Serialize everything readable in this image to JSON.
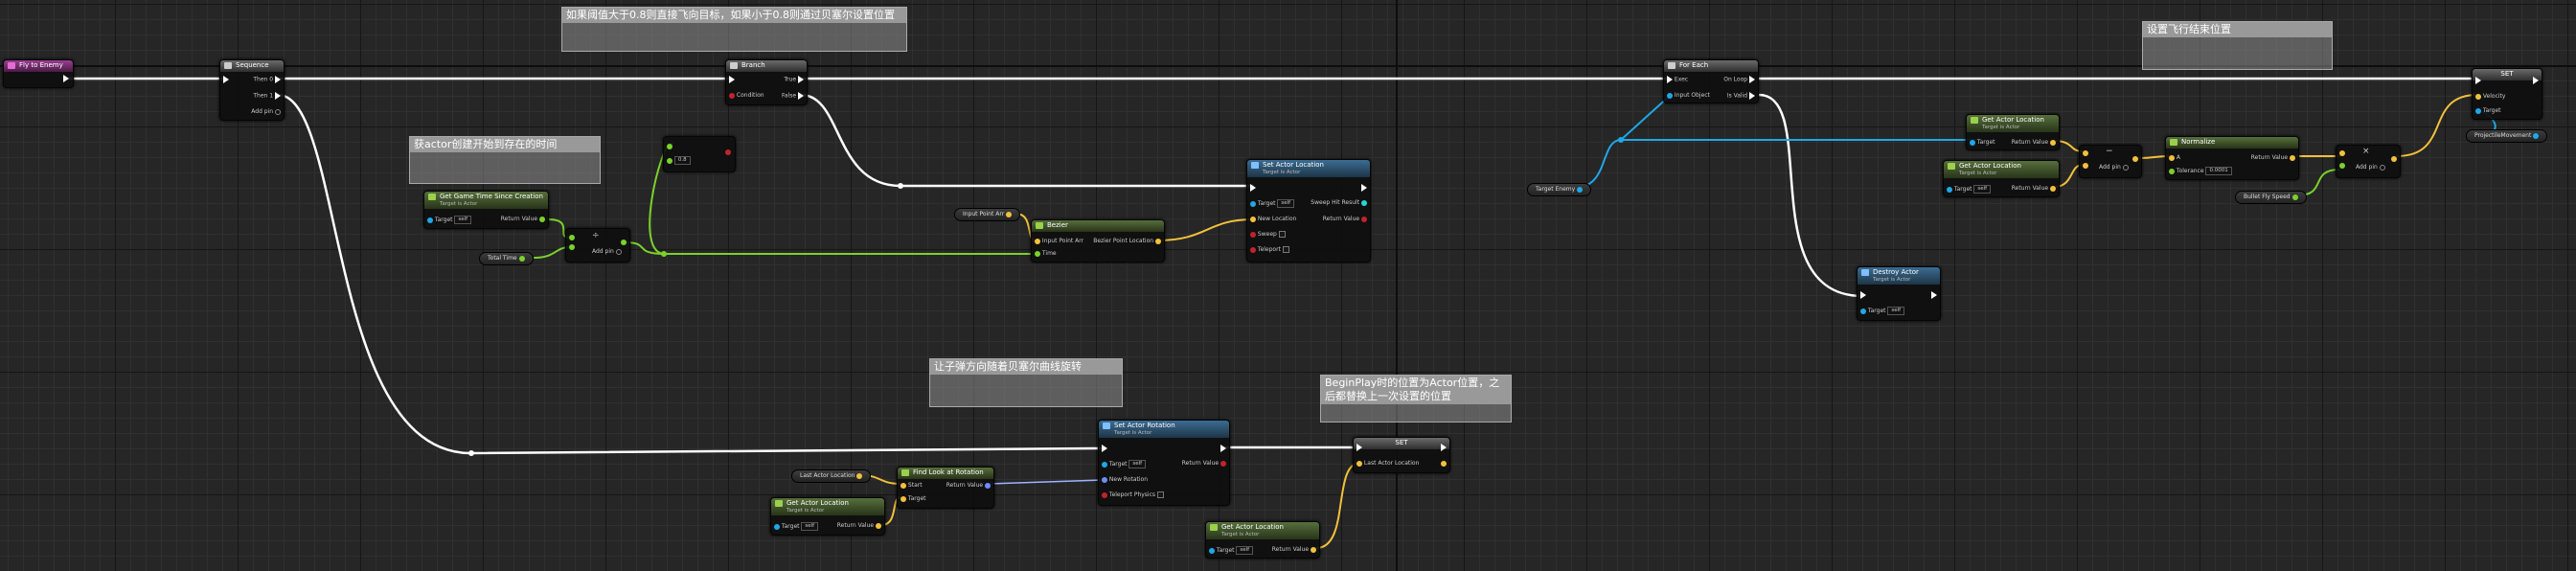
{
  "comments": {
    "c1": "如果阈值大于0.8则直接飞向目标，如果小于0.8则通过贝塞尔设置位置",
    "c2": "获actor创建开始到存在的时间",
    "c3": "设置飞行结束位置",
    "c4": "让子弹方向随着贝塞尔曲线旋转",
    "c5": "BeginPlay时的位置为Actor位置，之后都替换上一次设置的位置"
  },
  "nodes": {
    "fly_to_enemy": {
      "title": "Fly to Enemy"
    },
    "sequence": {
      "title": "Sequence",
      "then0": "Then 0",
      "then1": "Then 1",
      "add_pin": "Add pin"
    },
    "branch": {
      "title": "Branch",
      "condition": "Condition",
      "true": "True",
      "false": "False"
    },
    "compare": {
      "value": "0.8"
    },
    "game_time": {
      "title": "Get Game Time Since Creation",
      "sub": "Target is Actor",
      "target": "Target",
      "self": "self",
      "ret": "Return Value"
    },
    "total_time": {
      "label": "Total Time"
    },
    "divide": {
      "op": "÷",
      "add_pin": "Add pin"
    },
    "bezier": {
      "title": "Bezier",
      "input_points": "Input Point Arr",
      "ret": "Bezier Point Location",
      "time": "Time"
    },
    "input_point_arr": {
      "label": "Input Point Arr"
    },
    "set_actor_location_1": {
      "title": "Set Actor Location",
      "sub": "Target is Actor",
      "target": "Target",
      "self": "self",
      "new_loc": "New Location",
      "sweep": "Sweep",
      "teleport": "Teleport",
      "sweep_hit": "Sweep Hit Result",
      "ret": "Return Value"
    },
    "for_each": {
      "title": "For Each",
      "exec": "Exec",
      "input_object": "Input Object",
      "out": "On Loop",
      "is_valid": "Is Valid"
    },
    "target_enemy": {
      "label": "Target Enemy"
    },
    "get_actor_location_a": {
      "title": "Get Actor Location",
      "sub": "Target is Actor",
      "target": "Target",
      "ret": "Return Value"
    },
    "get_actor_location_b": {
      "title": "Get Actor Location",
      "sub": "Target is Actor",
      "target": "Target",
      "self": "self",
      "ret": "Return Value"
    },
    "subtract": {
      "op": "−",
      "add_pin": "Add pin"
    },
    "normalize": {
      "title": "Normalize",
      "a": "A",
      "tolerance": "Tolerance",
      "tol_val": "0.0001",
      "ret": "Return Value"
    },
    "multiply": {
      "op": "×",
      "add_pin": "Add pin"
    },
    "bullet_speed": {
      "label": "Bullet Fly Speed"
    },
    "set_velocity": {
      "title": "SET",
      "velocity": "Velocity",
      "target": "Target"
    },
    "projectile_movement": {
      "label": "ProjectileMovement"
    },
    "destroy_actor": {
      "title": "Destroy Actor",
      "sub": "Target is Actor",
      "target": "Target",
      "self": "self"
    },
    "set_actor_rotation": {
      "title": "Set Actor Rotation",
      "sub": "Target is Actor",
      "target": "Target",
      "self": "self",
      "new_rot": "New Rotation",
      "teleport_physics": "Teleport Physics",
      "ret": "Return Value"
    },
    "last_actor_location": {
      "label": "Last Actor Location"
    },
    "find_look_at": {
      "title": "Find Look at Rotation",
      "start": "Start",
      "target": "Target",
      "ret": "Return Value"
    },
    "get_actor_location_c": {
      "title": "Get Actor Location",
      "sub": "Target is Actor",
      "target": "Target",
      "self": "self",
      "ret": "Return Value"
    },
    "get_actor_location_d": {
      "title": "Get Actor Location",
      "sub": "Target is Actor",
      "target": "Target",
      "self": "self",
      "ret": "Return Value"
    },
    "set_last": {
      "title": "SET",
      "label": "Last Actor Location"
    }
  },
  "colors": {
    "exec": "#ffffff",
    "vector": "#f2c13c",
    "float": "#7ad22c",
    "object": "#1ea8e8",
    "bool": "#c0232c",
    "rotator": "#6d8cff"
  }
}
